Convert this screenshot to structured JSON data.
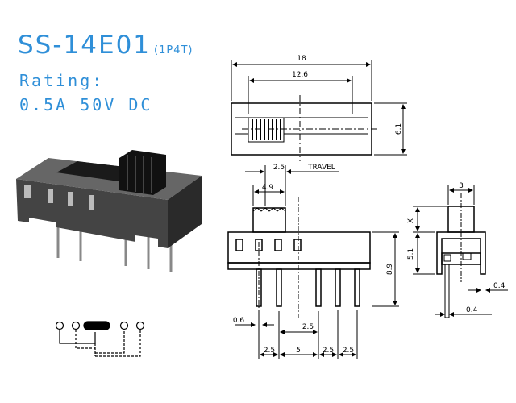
{
  "header": {
    "model": "SS-14E01",
    "config": "(1P4T)",
    "rating_label": "Rating:",
    "rating_value": "0.5A 50V DC"
  },
  "dimensions": {
    "top_total_width": "18",
    "top_inner_width": "12.6",
    "top_height": "6.1",
    "travel_value": "2.5",
    "travel_label": "TRAVEL",
    "actuator_width": "4.9",
    "body_height": "8.9",
    "pin_width": "0.6",
    "pin_inner_spacing": "2.5",
    "pitch_1": "2.5",
    "pitch_2": "5",
    "pitch_3": "2.5",
    "pitch_4": "2.5",
    "side_actuator_width": "3",
    "side_x": "X",
    "side_height": "5.1",
    "side_pin_thickness": "0.4",
    "side_pin_thickness_2": "0.4"
  }
}
